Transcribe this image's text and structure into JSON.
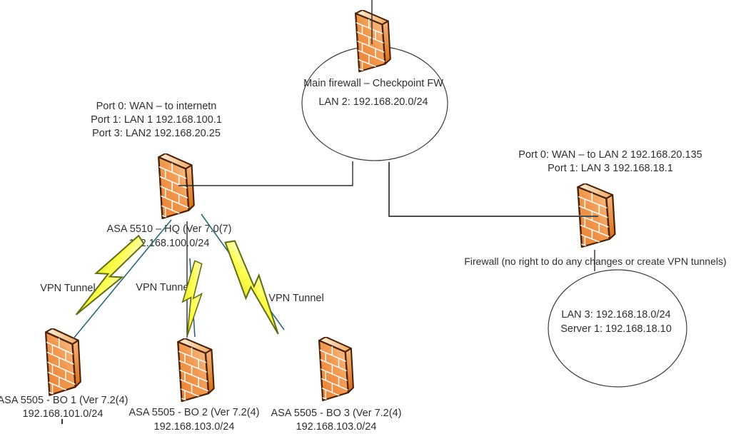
{
  "nodes": {
    "hq_ports": {
      "line1": "Port 0: WAN – to internetn",
      "line2": "Port 1: LAN 1 192.168.100.1",
      "line3": "Port 3: LAN2 192.168.20.25"
    },
    "main_firewall": {
      "line1": "Main firewall – Checkpoint FW",
      "line2": "LAN 2: 192.168.20.0/24"
    },
    "hq_firewall": {
      "line1": "ASA 5510 – HQ (Ver 7.0(7)",
      "line2": "192.168.100.0/24"
    },
    "remote_ports": {
      "line1": "Port 0: WAN – to LAN 2 192.168.20.135",
      "line2": "Port 1: LAN 3 192.168.18.1"
    },
    "remote_firewall_note": "Firewall (no right to do any changes or create VPN tunnels)",
    "lan3": {
      "line1": "LAN 3: 192.168.18.0/24",
      "line2": "Server 1: 192.168.18.10"
    },
    "bo1": {
      "line1": "ASA 5505 - BO 1 (Ver 7.2(4)",
      "line2": "192.168.101.0/24"
    },
    "bo2": {
      "line1": "ASA 5505 - BO 2 (Ver 7.2(4)",
      "line2": "192.168.103.0/24"
    },
    "bo3": {
      "line1": "ASA 5505 - BO 3 (Ver 7.2(4)",
      "line2": "192.168.103.0/24"
    },
    "vpn_tunnel_labels": [
      "VPN Tunnel",
      "VPN Tunnel",
      "VPN Tunnel"
    ]
  },
  "icons": {
    "firewall": "brick-firewall-icon",
    "lightning": "lightning-bolt-icon",
    "network_cloud": "lan-ellipse"
  },
  "colors": {
    "firewall_orange": "#ed7d31",
    "firewall_outline": "#4a2005",
    "bolt_yellow": "#ffff4f",
    "bolt_outline": "#5f6e12",
    "vpn_line_teal": "#2c6775",
    "connector_dark": "#2b2b2b",
    "connector_gray": "#4d4d4d",
    "ellipse_stroke": "#3d3d3d",
    "text": "#2f2f2f"
  }
}
